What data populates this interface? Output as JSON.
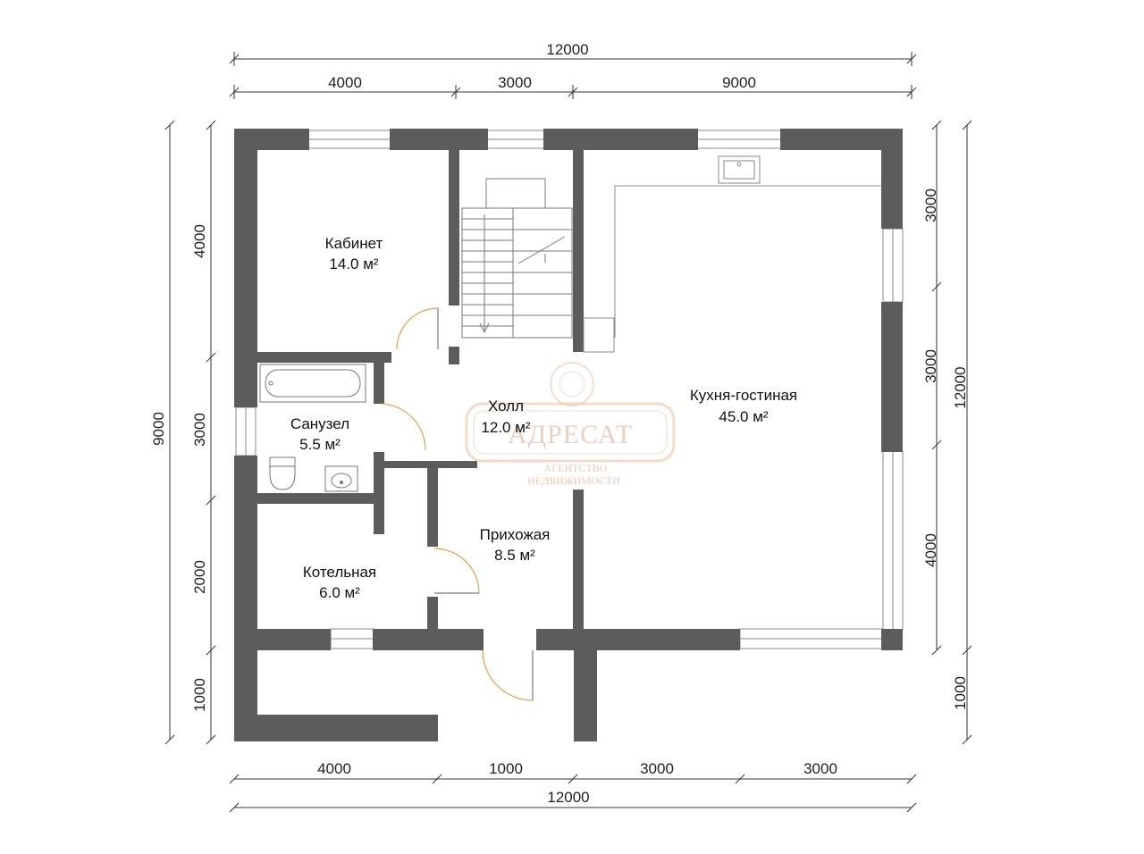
{
  "dimensions": {
    "top_total": "12000",
    "top_left": "4000",
    "top_mid": "3000",
    "top_right": "9000",
    "bottom_a": "4000",
    "bottom_b": "1000",
    "bottom_c": "3000",
    "bottom_d": "3000",
    "bottom_total": "12000",
    "left_total": "9000",
    "left_a": "4000",
    "left_b": "3000",
    "left_c": "2000",
    "left_d": "1000",
    "right_a": "3000",
    "right_b": "3000",
    "right_c": "4000",
    "right_total": "12000",
    "right_d": "1000"
  },
  "rooms": {
    "cabinet": {
      "name": "Кабинет",
      "area": "14.0 м²"
    },
    "hall": {
      "name": "Холл",
      "area": "12.0 м²"
    },
    "kitchen": {
      "name": "Кухня-гостиная",
      "area": "45.0 м²"
    },
    "bathroom": {
      "name": "Санузел",
      "area": "5.5 м²"
    },
    "hallway": {
      "name": "Прихожая",
      "area": "8.5 м²"
    },
    "boiler": {
      "name": "Котельная",
      "area": "6.0 м²"
    }
  },
  "watermark": {
    "brand": "АДРЕСАТ",
    "line1": "АГЕНТСТВО",
    "line2": "НЕДВИЖИМОСТИ"
  },
  "colors": {
    "wall": "#5c5c5c",
    "door_arc": "#e0a050",
    "watermark": "#d8a88a"
  }
}
